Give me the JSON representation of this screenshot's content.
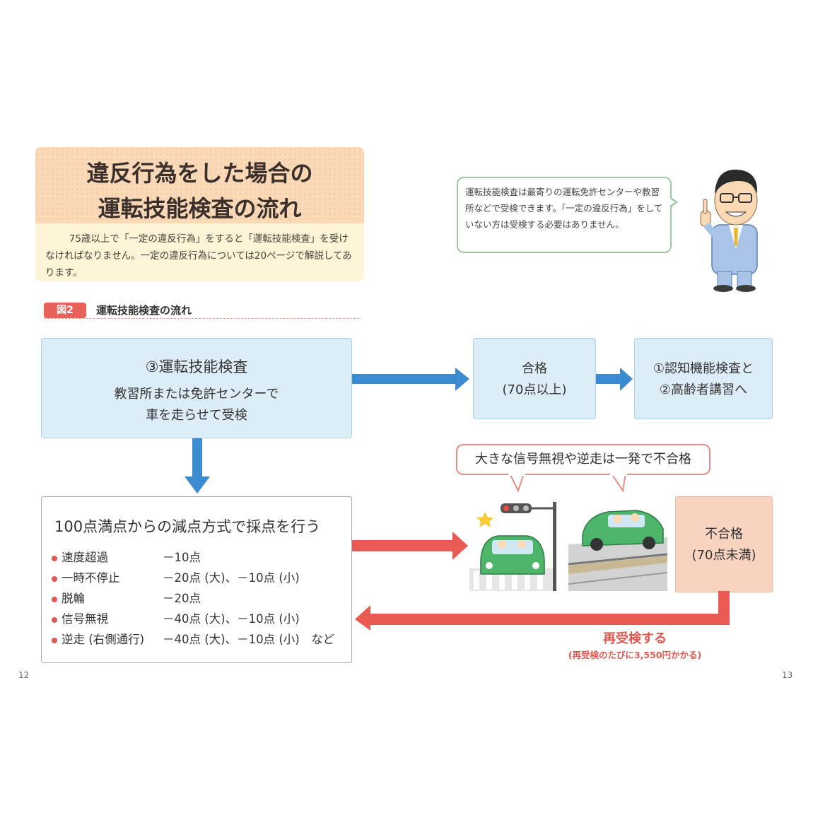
{
  "header": {
    "title_line1": "違反行為をした場合の",
    "title_line2": "運転技能検査の流れ",
    "intro": "75歳以上で「一定の違反行為」をすると「運転技能検査」を受けなければなりません。一定の違反行為については20ページで解説してあります。"
  },
  "advisor": {
    "balloon": "運転技能検査は最寄りの運転免許センターや教習所などで受検できます。「一定の違反行為」をしていない方は受検する必要はありません。"
  },
  "figure": {
    "badge": "図2",
    "title": "運転技能検査の流れ"
  },
  "flow": {
    "test_title": "③運転技能検査",
    "test_line1": "教習所または免許センターで",
    "test_line2": "車を走らせて受検",
    "pass_line1": "合格",
    "pass_line2": "(70点以上)",
    "next_line1": "①認知機能検査と",
    "next_line2": "②高齢者講習へ",
    "warning": "大きな信号無視や逆走は一発で不合格",
    "fail_line1": "不合格",
    "fail_line2": "(70点未満)",
    "retake": "再受検する",
    "retake_note": "(再受検のたびに3,550円かかる)"
  },
  "scoring": {
    "title": "100点満点からの減点方式で採点を行う",
    "items": [
      {
        "name": "速度超過",
        "value": "－10点"
      },
      {
        "name": "一時不停止",
        "value": "－20点 (大)、－10点 (小)"
      },
      {
        "name": "脱輪",
        "value": "－20点"
      },
      {
        "name": "信号無視",
        "value": "－40点 (大)、－10点 (小)"
      },
      {
        "name": "逆走 (右側通行)",
        "value": "－40点 (大)、－10点 (小)　など"
      }
    ]
  },
  "pages": {
    "left": "12",
    "right": "13"
  },
  "colors": {
    "blue_box": "#dcedf8",
    "blue_arrow": "#3a8bd0",
    "red_arrow": "#e85a53",
    "fail_box": "#f8d3c0",
    "title_band": "#f9d9b8"
  }
}
